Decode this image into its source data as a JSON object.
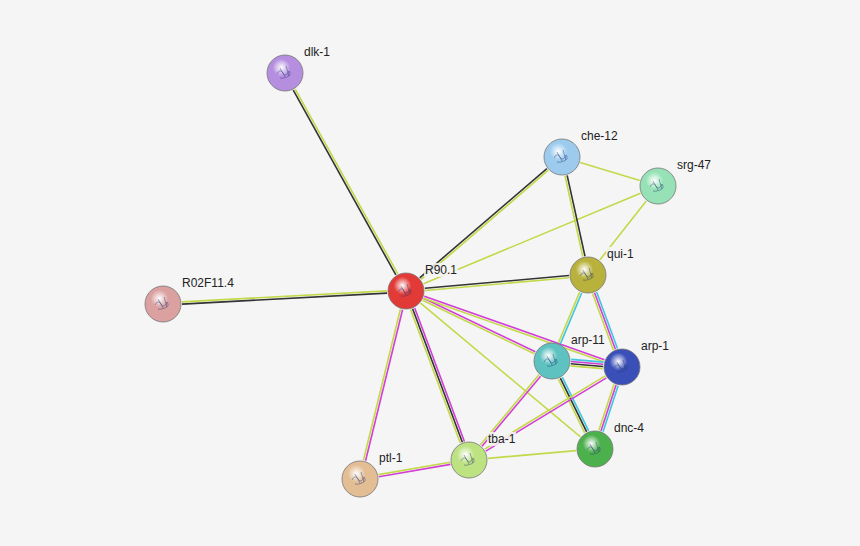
{
  "diagram": {
    "nodes": [
      {
        "text": [
          "dlk-1"
        ]
      },
      {
        "text": [
          "che-12"
        ]
      },
      {
        "text": [
          "srg-47"
        ]
      },
      {
        "text": [
          "R90.1"
        ]
      },
      {
        "text": [
          "qui-1"
        ]
      },
      {
        "text": [
          "R02F11.4"
        ]
      },
      {
        "text": [
          "arp-11"
        ]
      },
      {
        "text": [
          "arp-1"
        ]
      },
      {
        "text": [
          "dnc-4"
        ]
      },
      {
        "text": [
          "tba-1"
        ]
      },
      {
        "text": [
          "ptl-1"
        ]
      }
    ],
    "edges": [
      {
        "from": 3,
        "to": 0,
        "arrow": "none"
      },
      {
        "from": 3,
        "to": 5,
        "arrow": "none"
      },
      {
        "from": 3,
        "to": 1,
        "arrow": "none"
      },
      {
        "from": 3,
        "to": 2,
        "arrow": "none"
      },
      {
        "from": 3,
        "to": 4,
        "arrow": "none"
      },
      {
        "from": 3,
        "to": 6,
        "arrow": "none"
      },
      {
        "from": 3,
        "to": 7,
        "arrow": "none"
      },
      {
        "from": 3,
        "to": 8,
        "arrow": "none"
      },
      {
        "from": 3,
        "to": 9,
        "arrow": "none"
      },
      {
        "from": 3,
        "to": 10,
        "arrow": "none"
      },
      {
        "from": 1,
        "to": 2,
        "arrow": "none"
      },
      {
        "from": 1,
        "to": 4,
        "arrow": "none"
      },
      {
        "from": 2,
        "to": 4,
        "arrow": "none"
      },
      {
        "from": 4,
        "to": 6,
        "arrow": "none"
      },
      {
        "from": 4,
        "to": 7,
        "arrow": "none"
      },
      {
        "from": 6,
        "to": 7,
        "arrow": "none"
      },
      {
        "from": 6,
        "to": 8,
        "arrow": "none"
      },
      {
        "from": 7,
        "to": 8,
        "arrow": "none"
      },
      {
        "from": 6,
        "to": 9,
        "arrow": "none"
      },
      {
        "from": 7,
        "to": 9,
        "arrow": "none"
      },
      {
        "from": 9,
        "to": 8,
        "arrow": "none"
      },
      {
        "from": 9,
        "to": 10,
        "arrow": "none"
      }
    ]
  }
}
